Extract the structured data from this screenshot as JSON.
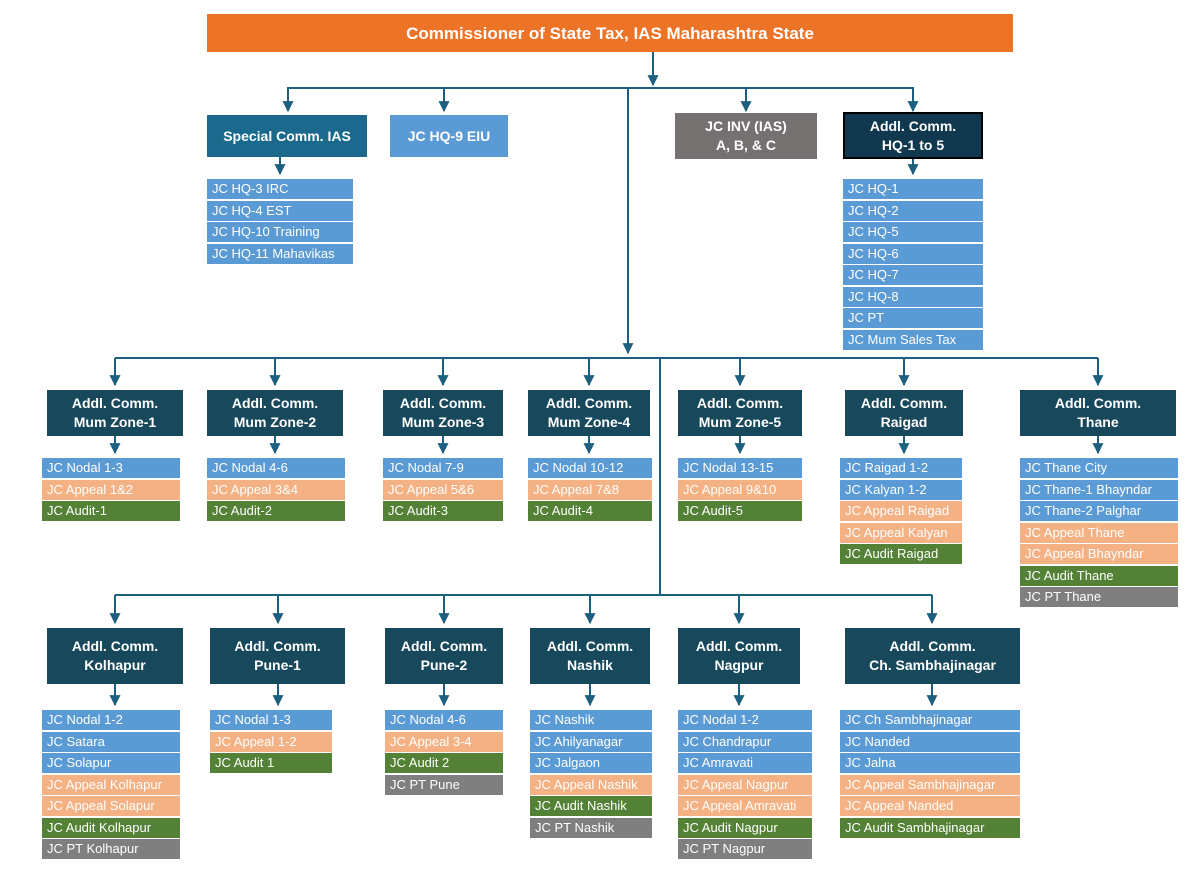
{
  "title": "Commissioner of State Tax, IAS Maharashtra State",
  "level2": {
    "special": {
      "label": "Special Comm. IAS"
    },
    "hq9": {
      "label": "JC HQ-9 EIU"
    },
    "inv": {
      "line1": "JC INV (IAS)",
      "line2": "A, B, & C"
    },
    "addlhq": {
      "line1": "Addl. Comm.",
      "line2": "HQ-1 to 5"
    }
  },
  "special_children": [
    {
      "label": "JC HQ-3 IRC",
      "type": "division"
    },
    {
      "label": "JC HQ-4 EST",
      "type": "division"
    },
    {
      "label": "JC HQ-10 Training",
      "type": "division"
    },
    {
      "label": "JC HQ-11 Mahavikas",
      "type": "division"
    }
  ],
  "hq_children": [
    {
      "label": "JC HQ-1",
      "type": "division"
    },
    {
      "label": "JC HQ-2",
      "type": "division"
    },
    {
      "label": "JC HQ-5",
      "type": "division"
    },
    {
      "label": "JC HQ-6",
      "type": "division"
    },
    {
      "label": "JC HQ-7",
      "type": "division"
    },
    {
      "label": "JC HQ-8",
      "type": "division"
    },
    {
      "label": "JC PT",
      "type": "division"
    },
    {
      "label": "JC Mum Sales Tax",
      "type": "division"
    }
  ],
  "row3": [
    {
      "line1": "Addl. Comm.",
      "line2": "Mum Zone-1",
      "items": [
        {
          "label": "JC Nodal 1-3",
          "type": "division"
        },
        {
          "label": "JC Appeal 1&2",
          "type": "appeal"
        },
        {
          "label": "JC Audit-1",
          "type": "audit"
        }
      ]
    },
    {
      "line1": "Addl. Comm.",
      "line2": "Mum Zone-2",
      "items": [
        {
          "label": "JC Nodal 4-6",
          "type": "division"
        },
        {
          "label": "JC Appeal 3&4",
          "type": "appeal"
        },
        {
          "label": "JC Audit-2",
          "type": "audit"
        }
      ]
    },
    {
      "line1": "Addl. Comm.",
      "line2": "Mum Zone-3",
      "items": [
        {
          "label": "JC Nodal 7-9",
          "type": "division"
        },
        {
          "label": "JC Appeal 5&6",
          "type": "appeal"
        },
        {
          "label": "JC Audit-3",
          "type": "audit"
        }
      ]
    },
    {
      "line1": "Addl. Comm.",
      "line2": "Mum Zone-4",
      "items": [
        {
          "label": "JC Nodal 10-12",
          "type": "division"
        },
        {
          "label": "JC Appeal 7&8",
          "type": "appeal"
        },
        {
          "label": "JC Audit-4",
          "type": "audit"
        }
      ]
    },
    {
      "line1": "Addl. Comm.",
      "line2": "Mum Zone-5",
      "items": [
        {
          "label": "JC Nodal 13-15",
          "type": "division"
        },
        {
          "label": "JC Appeal 9&10",
          "type": "appeal"
        },
        {
          "label": "JC Audit-5",
          "type": "audit"
        }
      ]
    },
    {
      "line1": "Addl. Comm.",
      "line2": "Raigad",
      "items": [
        {
          "label": "JC Raigad 1-2",
          "type": "division"
        },
        {
          "label": "JC Kalyan 1-2",
          "type": "division"
        },
        {
          "label": "JC Appeal Raigad",
          "type": "appeal"
        },
        {
          "label": "JC Appeal Kalyan",
          "type": "appeal"
        },
        {
          "label": "JC Audit Raigad",
          "type": "audit"
        }
      ]
    },
    {
      "line1": "Addl. Comm.",
      "line2": "Thane",
      "items": [
        {
          "label": "JC Thane City",
          "type": "division"
        },
        {
          "label": "JC Thane-1 Bhayndar",
          "type": "division"
        },
        {
          "label": "JC Thane-2 Palghar",
          "type": "division"
        },
        {
          "label": "JC Appeal Thane",
          "type": "appeal"
        },
        {
          "label": "JC Appeal Bhayndar",
          "type": "appeal"
        },
        {
          "label": "JC Audit Thane",
          "type": "audit"
        },
        {
          "label": "JC PT Thane",
          "type": "pt"
        }
      ]
    }
  ],
  "row4": [
    {
      "line1": "Addl. Comm.",
      "line2": "Kolhapur",
      "items": [
        {
          "label": "JC Nodal 1-2",
          "type": "division"
        },
        {
          "label": "JC Satara",
          "type": "division"
        },
        {
          "label": "JC Solapur",
          "type": "division"
        },
        {
          "label": "JC Appeal Kolhapur",
          "type": "appeal"
        },
        {
          "label": "JC Appeal Solapur",
          "type": "appeal"
        },
        {
          "label": "JC Audit Kolhapur",
          "type": "audit"
        },
        {
          "label": "JC PT Kolhapur",
          "type": "pt"
        }
      ]
    },
    {
      "line1": "Addl. Comm.",
      "line2": "Pune-1",
      "items": [
        {
          "label": "JC Nodal 1-3",
          "type": "division"
        },
        {
          "label": "JC Appeal 1-2",
          "type": "appeal"
        },
        {
          "label": "JC Audit 1",
          "type": "audit"
        }
      ]
    },
    {
      "line1": "Addl. Comm.",
      "line2": "Pune-2",
      "items": [
        {
          "label": "JC Nodal 4-6",
          "type": "division"
        },
        {
          "label": "JC Appeal 3-4",
          "type": "appeal"
        },
        {
          "label": "JC Audit 2",
          "type": "audit"
        },
        {
          "label": "JC PT Pune",
          "type": "pt"
        }
      ]
    },
    {
      "line1": "Addl. Comm.",
      "line2": "Nashik",
      "items": [
        {
          "label": "JC Nashik",
          "type": "division"
        },
        {
          "label": "JC Ahilyanagar",
          "type": "division"
        },
        {
          "label": "JC Jalgaon",
          "type": "division"
        },
        {
          "label": "JC Appeal Nashik",
          "type": "appeal"
        },
        {
          "label": "JC Audit Nashik",
          "type": "audit"
        },
        {
          "label": "JC PT Nashik",
          "type": "pt"
        }
      ]
    },
    {
      "line1": "Addl. Comm.",
      "line2": "Nagpur",
      "items": [
        {
          "label": "JC Nodal 1-2",
          "type": "division"
        },
        {
          "label": "JC Chandrapur",
          "type": "division"
        },
        {
          "label": "JC Amravati",
          "type": "division"
        },
        {
          "label": "JC Appeal Nagpur",
          "type": "appeal"
        },
        {
          "label": "JC Appeal Amravati",
          "type": "appeal"
        },
        {
          "label": "JC Audit Nagpur",
          "type": "audit"
        },
        {
          "label": "JC PT Nagpur",
          "type": "pt"
        }
      ]
    },
    {
      "line1": "Addl. Comm.",
      "line2": "Ch. Sambhajinagar",
      "items": [
        {
          "label": "JC Ch Sambhajinagar",
          "type": "division"
        },
        {
          "label": "JC Nanded",
          "type": "division"
        },
        {
          "label": "JC Jalna",
          "type": "division"
        },
        {
          "label": "JC Appeal Sambhajinagar",
          "type": "appeal"
        },
        {
          "label": "JC Appeal Nanded",
          "type": "appeal"
        },
        {
          "label": "JC Audit Sambhajinagar",
          "type": "audit"
        }
      ]
    }
  ],
  "colors": {
    "banner": "#ED7327",
    "teal": "#1B6A8E",
    "blue": "#5B9BD5",
    "grayBox": "#767171",
    "navy": "#10384E",
    "header": "#17485C",
    "division": "#5B9BD5",
    "appeal": "#F4B183",
    "audit": "#538135",
    "pt": "#7F7F7F",
    "line": "#1C5F7F"
  }
}
